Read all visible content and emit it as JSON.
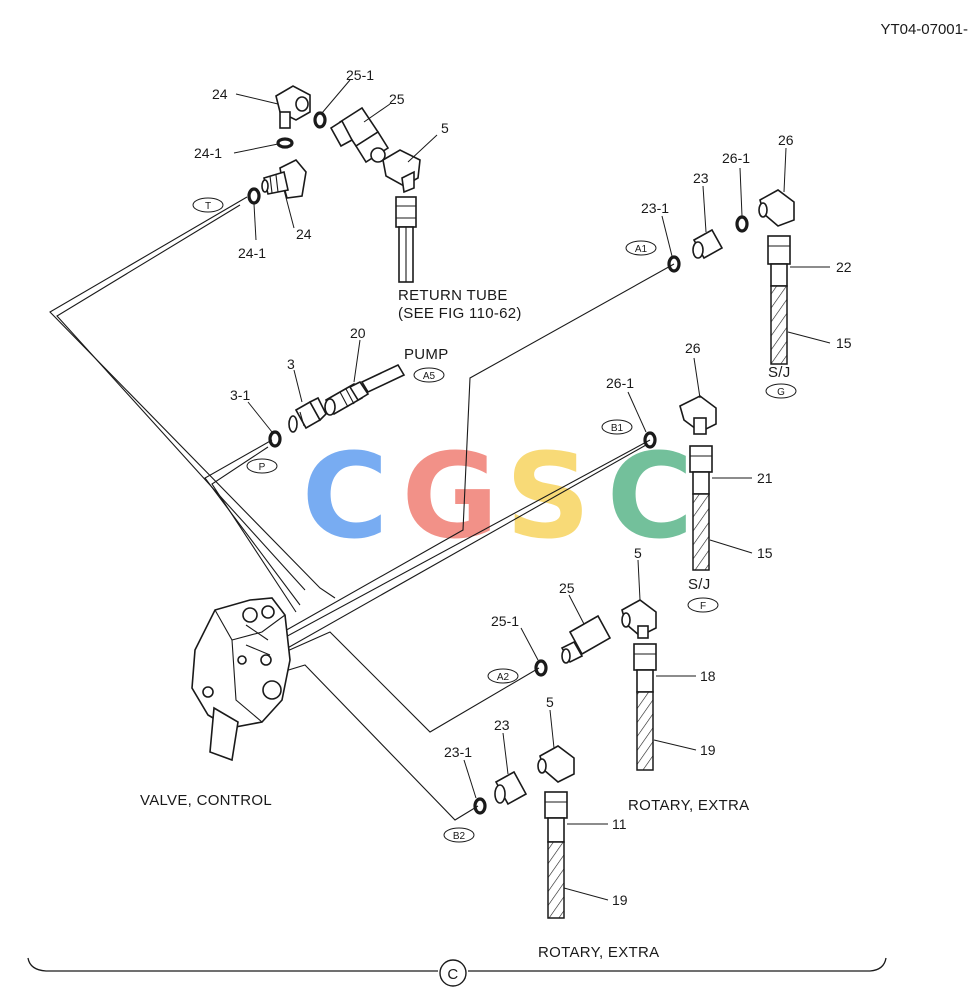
{
  "figure_code": "YT04-07001-",
  "watermark": {
    "letters": [
      "C",
      "G",
      "S",
      "C"
    ],
    "colors": [
      "#5b9bf0",
      "#f07a6e",
      "#f7d35a",
      "#55b386"
    ]
  },
  "captions": {
    "return_tube_line1": "RETURN TUBE",
    "return_tube_line2": "(SEE FIG 110-62)",
    "pump": "PUMP",
    "valve_control": "VALVE, CONTROL",
    "rotary_extra_1": "ROTARY, EXTRA",
    "rotary_extra_2": "ROTARY, EXTRA",
    "sj_g": "S/J",
    "sj_f": "S/J"
  },
  "port_bubbles": {
    "t": "T",
    "a5": "A5",
    "a1": "A1",
    "p": "P",
    "b1": "B1",
    "g": "G",
    "f": "F",
    "a2": "A2",
    "b2": "B2"
  },
  "section_mark": "C",
  "callouts": {
    "c24_top": "24",
    "c24_1_top": "24-1",
    "c24_bottom": "24",
    "c24_1_bottom": "24-1",
    "c25_1_top": "25-1",
    "c25_top": "25",
    "c5_top": "5",
    "c20": "20",
    "c3": "3",
    "c3_1": "3-1",
    "c26_top": "26",
    "c26_1_top": "26-1",
    "c23_top": "23",
    "c23_1_top": "23-1",
    "c22": "22",
    "c15_top": "15",
    "c26_mid": "26",
    "c26_1_mid": "26-1",
    "c21": "21",
    "c15_mid": "15",
    "c5_mid": "5",
    "c25_mid": "25",
    "c25_1_mid": "25-1",
    "c18": "18",
    "c19_mid": "19",
    "c5_bot": "5",
    "c23_bot": "23",
    "c23_1_bot": "23-1",
    "c11": "11",
    "c19_bot": "19"
  }
}
